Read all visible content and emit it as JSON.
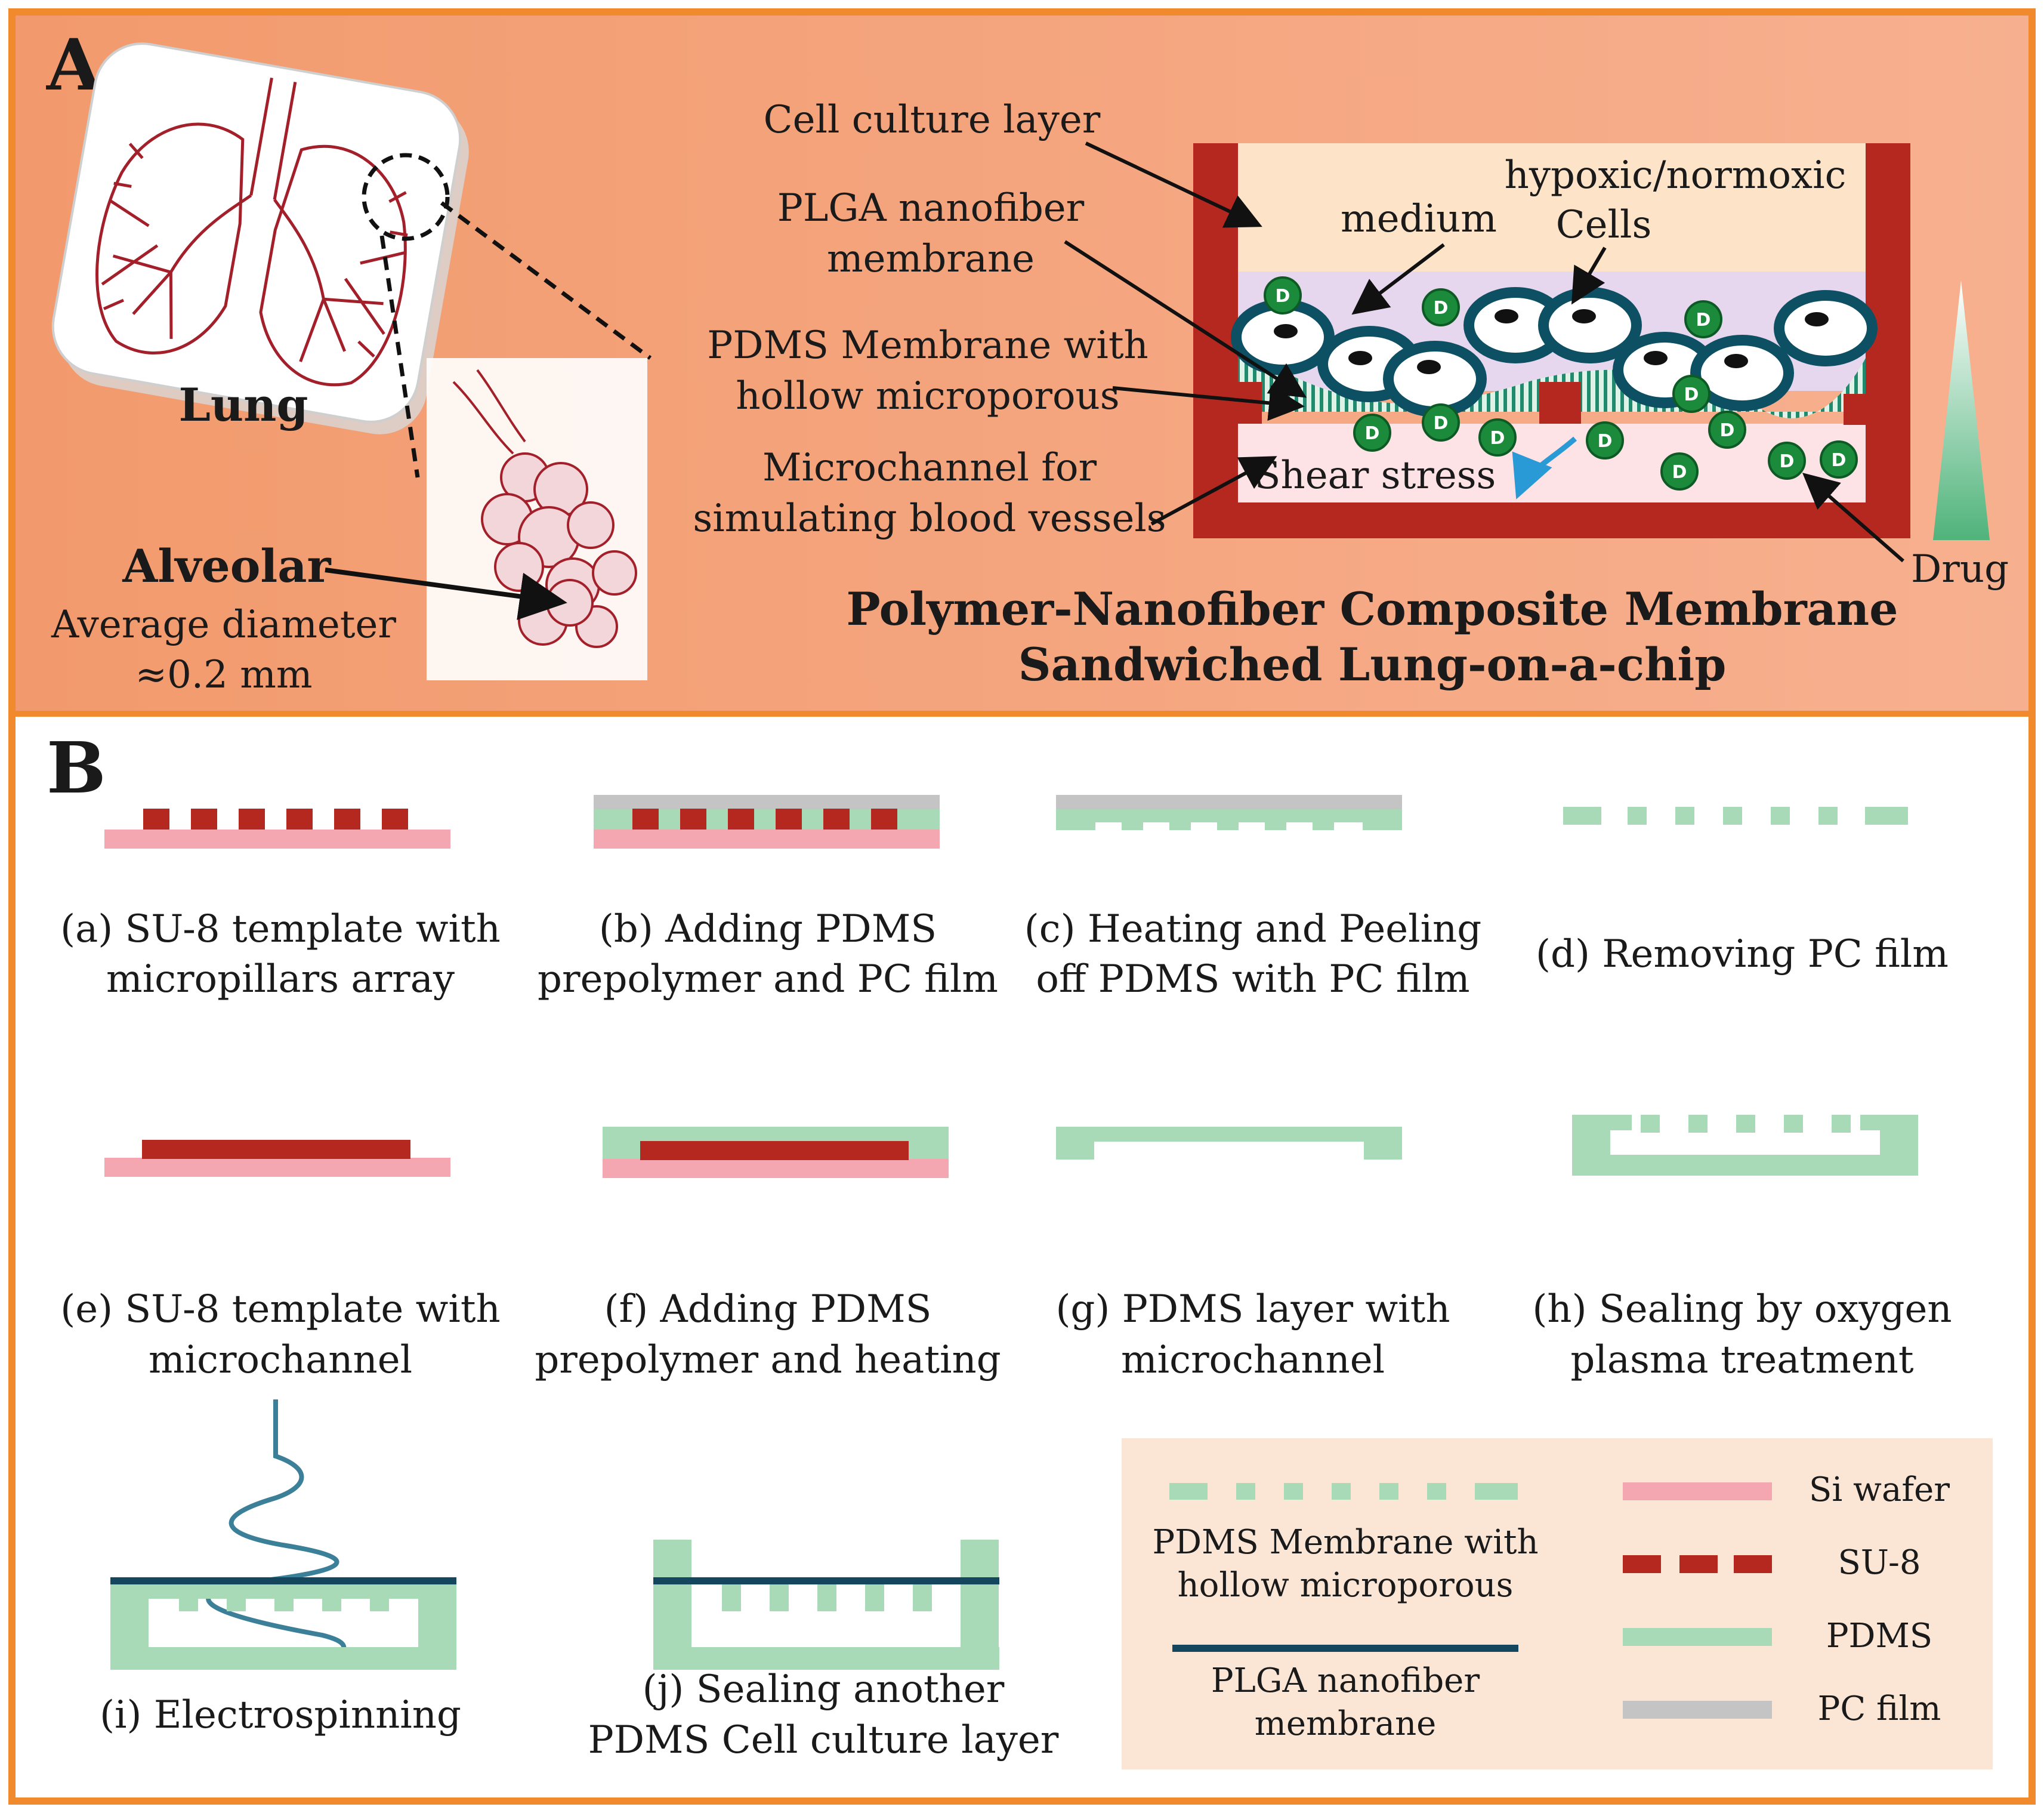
{
  "panel_a": {
    "letter": "A",
    "lung_label": "Lung",
    "alveolar_label": "Alveolar",
    "alveolar_size_line1": "Average diameter",
    "alveolar_size_line2": "≈0.2 mm",
    "callouts": {
      "cell_culture_layer": "Cell culture layer",
      "plga_line1": "PLGA nanofiber",
      "plga_line2": "membrane",
      "pdms_line1": "PDMS Membrane with",
      "pdms_line2": "hollow microporous",
      "microchannel_line1": "Microchannel for",
      "microchannel_line2": "simulating blood vessels",
      "medium": "medium",
      "cells_line1": "hypoxic/normoxic",
      "cells_line2": "Cells",
      "shear_stress": "Shear stress",
      "drug": "Drug",
      "drug_marker": "D"
    },
    "title_line1": "Polymer-Nanofiber Composite Membrane",
    "title_line2": "Sandwiched Lung-on-a-chip"
  },
  "panel_b": {
    "letter": "B",
    "steps": {
      "a": [
        "(a) SU-8 template with",
        "micropillars array"
      ],
      "b": [
        "(b) Adding PDMS",
        "prepolymer and PC film"
      ],
      "c": [
        "(c) Heating and Peeling",
        "off PDMS with PC film"
      ],
      "d": [
        "(d) Removing PC film"
      ],
      "e": [
        "(e) SU-8 template with",
        "microchannel"
      ],
      "f": [
        "(f) Adding PDMS",
        "prepolymer and heating"
      ],
      "g": [
        "(g) PDMS layer with",
        "microchannel"
      ],
      "h": [
        "(h) Sealing by oxygen",
        "plasma treatment"
      ],
      "i": [
        "(i) Electrospinning"
      ],
      "j": [
        "(j) Sealing another",
        "PDMS Cell culture layer"
      ]
    },
    "legend": {
      "pdms_membrane": [
        "PDMS Membrane with",
        "hollow microporous"
      ],
      "plga": [
        "PLGA nanofiber",
        "membrane"
      ],
      "si_wafer": "Si wafer",
      "su8": "SU-8",
      "pdms": "PDMS",
      "pc_film": "PC film"
    }
  },
  "colors": {
    "frame": "#f08a2c",
    "panel_a_bg": "#f6a983",
    "si_wafer": "#f4a7b1",
    "su8": "#b5281f",
    "pdms": "#a8dab8",
    "pc_film": "#c4c4c4",
    "plga": "#14465e",
    "chip_wall": "#b5281f",
    "cell": "#0d4f63",
    "drug": "#1c8a3b",
    "legend_bg": "#fbe6d6"
  }
}
